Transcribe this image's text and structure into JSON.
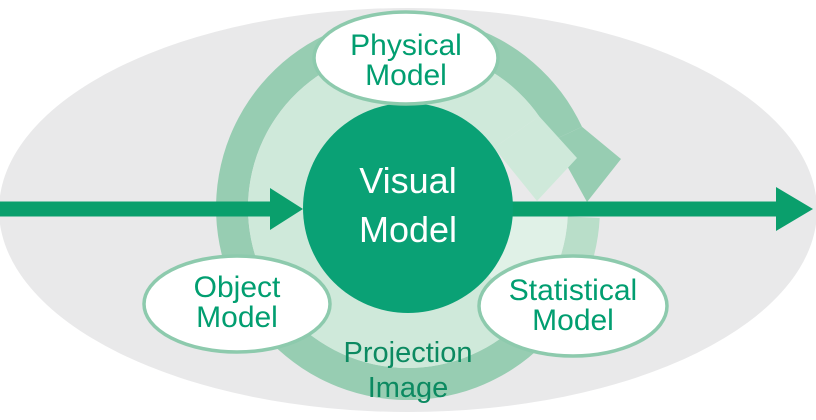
{
  "diagram": {
    "center_circle": {
      "line1": "Visual",
      "line2": "Model"
    },
    "top_bubble": {
      "line1": "Physical",
      "line2": "Model"
    },
    "left_bubble": {
      "line1": "Object",
      "line2": "Model"
    },
    "right_bubble": {
      "line1": "Statistical",
      "line2": "Model"
    },
    "cycle_labels": {
      "outer_band": "Image",
      "inner_band": "Projection"
    }
  },
  "colors": {
    "background_ellipse": "#e9e9ea",
    "center_circle": "#0aa175",
    "center_text": "#ffffff",
    "flow_arrow": "#0a9f6c",
    "ring_outer": "#97cdb2",
    "ring_inner": "#cfe9da",
    "ring_outer_faded": "#b9dec9",
    "ring_inner_faded": "#e0f1e7",
    "bubble_fill": "#ffffff",
    "bubble_border": "#8dcaad",
    "bubble_text": "#019e70",
    "cycle_label_text": "#0c8a61"
  }
}
